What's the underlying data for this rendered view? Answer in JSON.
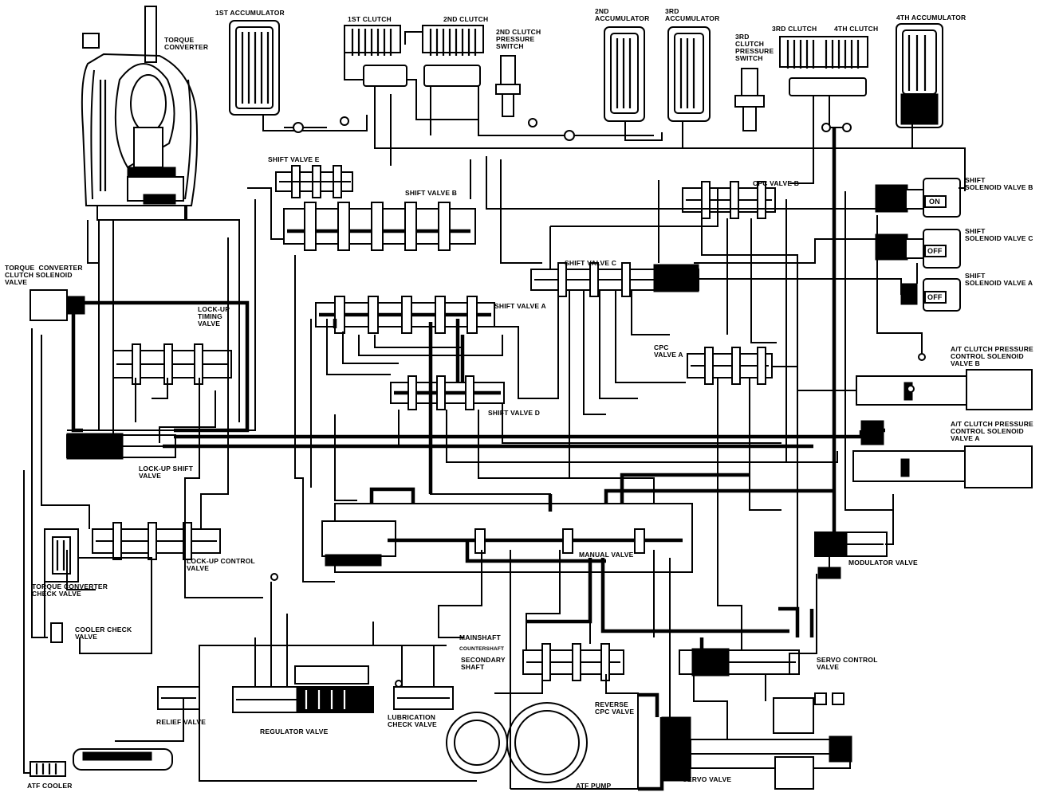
{
  "labels": {
    "acc1": "1ST ACCUMULATOR",
    "clutch1": "1ST CLUTCH",
    "clutch2": "2ND CLUTCH",
    "clutch2_switch": "2ND CLUTCH\nPRESSURE\nSWITCH",
    "acc2": "2ND\nACCUMULATOR",
    "acc3": "3RD\nACCUMULATOR",
    "clutch3_switch": "3RD\nCLUTCH\nPRESSURE\nSWITCH",
    "clutch3": "3RD CLUTCH",
    "clutch4": "4TH CLUTCH",
    "acc4": "4TH ACCUMULATOR",
    "torque_converter": "TORQUE\nCONVERTER",
    "shift_valve_e": "SHIFT VALVE E",
    "shift_valve_b": "SHIFT VALVE B",
    "cpc_valve_b": "CPC VALVE B",
    "shift_solenoid_b": "SHIFT\nSOLENOID VALVE B",
    "shift_solenoid_c": "SHIFT\nSOLENOID VALVE C",
    "shift_solenoid_a": "SHIFT\nSOLENOID VALVE A",
    "torque_converter_clutch_solenoid": "TORQUE  CONVERTER\nCLUTCH SOLENOID\nVALVE",
    "lockup_timing": "LOCK-UP\nTIMING\nVALVE",
    "shift_valve_c": "SHIFT VALVE C",
    "shift_valve_a": "SHIFT VALVE A",
    "cpc_valve_a": "CPC\nVALVE A",
    "at_clutch_b": "A/T CLUTCH PRESSURE\nCONTROL SOLENOID\nVALVE B",
    "shift_valve_d": "SHIFT VALVE D",
    "at_clutch_a": "A/T CLUTCH PRESSURE\nCONTROL SOLENOID\nVALVE A",
    "lockup_shift": "LOCK-UP SHIFT\nVALVE",
    "lockup_control": "LOCK-UP CONTROL\nVALVE",
    "manual_valve": "MANUAL VALVE",
    "modulator_valve": "MODULATOR VALVE",
    "tc_check": "TORQUE CONVERTER\nCHECK VALVE",
    "cooler_check": "COOLER CHECK\nVALVE",
    "mainshaft": "MAINSHAFT",
    "countershaft": "COUNTERSHAFT",
    "secondary_shaft": "SECONDARY\nSHAFT",
    "servo_control": "SERVO CONTROL\nVALVE",
    "relief_valve": "RELIEF VALVE",
    "regulator_valve": "REGULATOR VALVE",
    "lubrication_check": "LUBRICATION\nCHECK VALVE",
    "reverse_cpc": "REVERSE\nCPC VALVE",
    "atf_cooler": "ATF COOLER",
    "atf_pump": "ATF PUMP",
    "servo_valve": "SERVO VALVE"
  },
  "solenoid_states": {
    "shift_solenoid_b": "ON",
    "shift_solenoid_c": "OFF",
    "shift_solenoid_a": "OFF"
  }
}
